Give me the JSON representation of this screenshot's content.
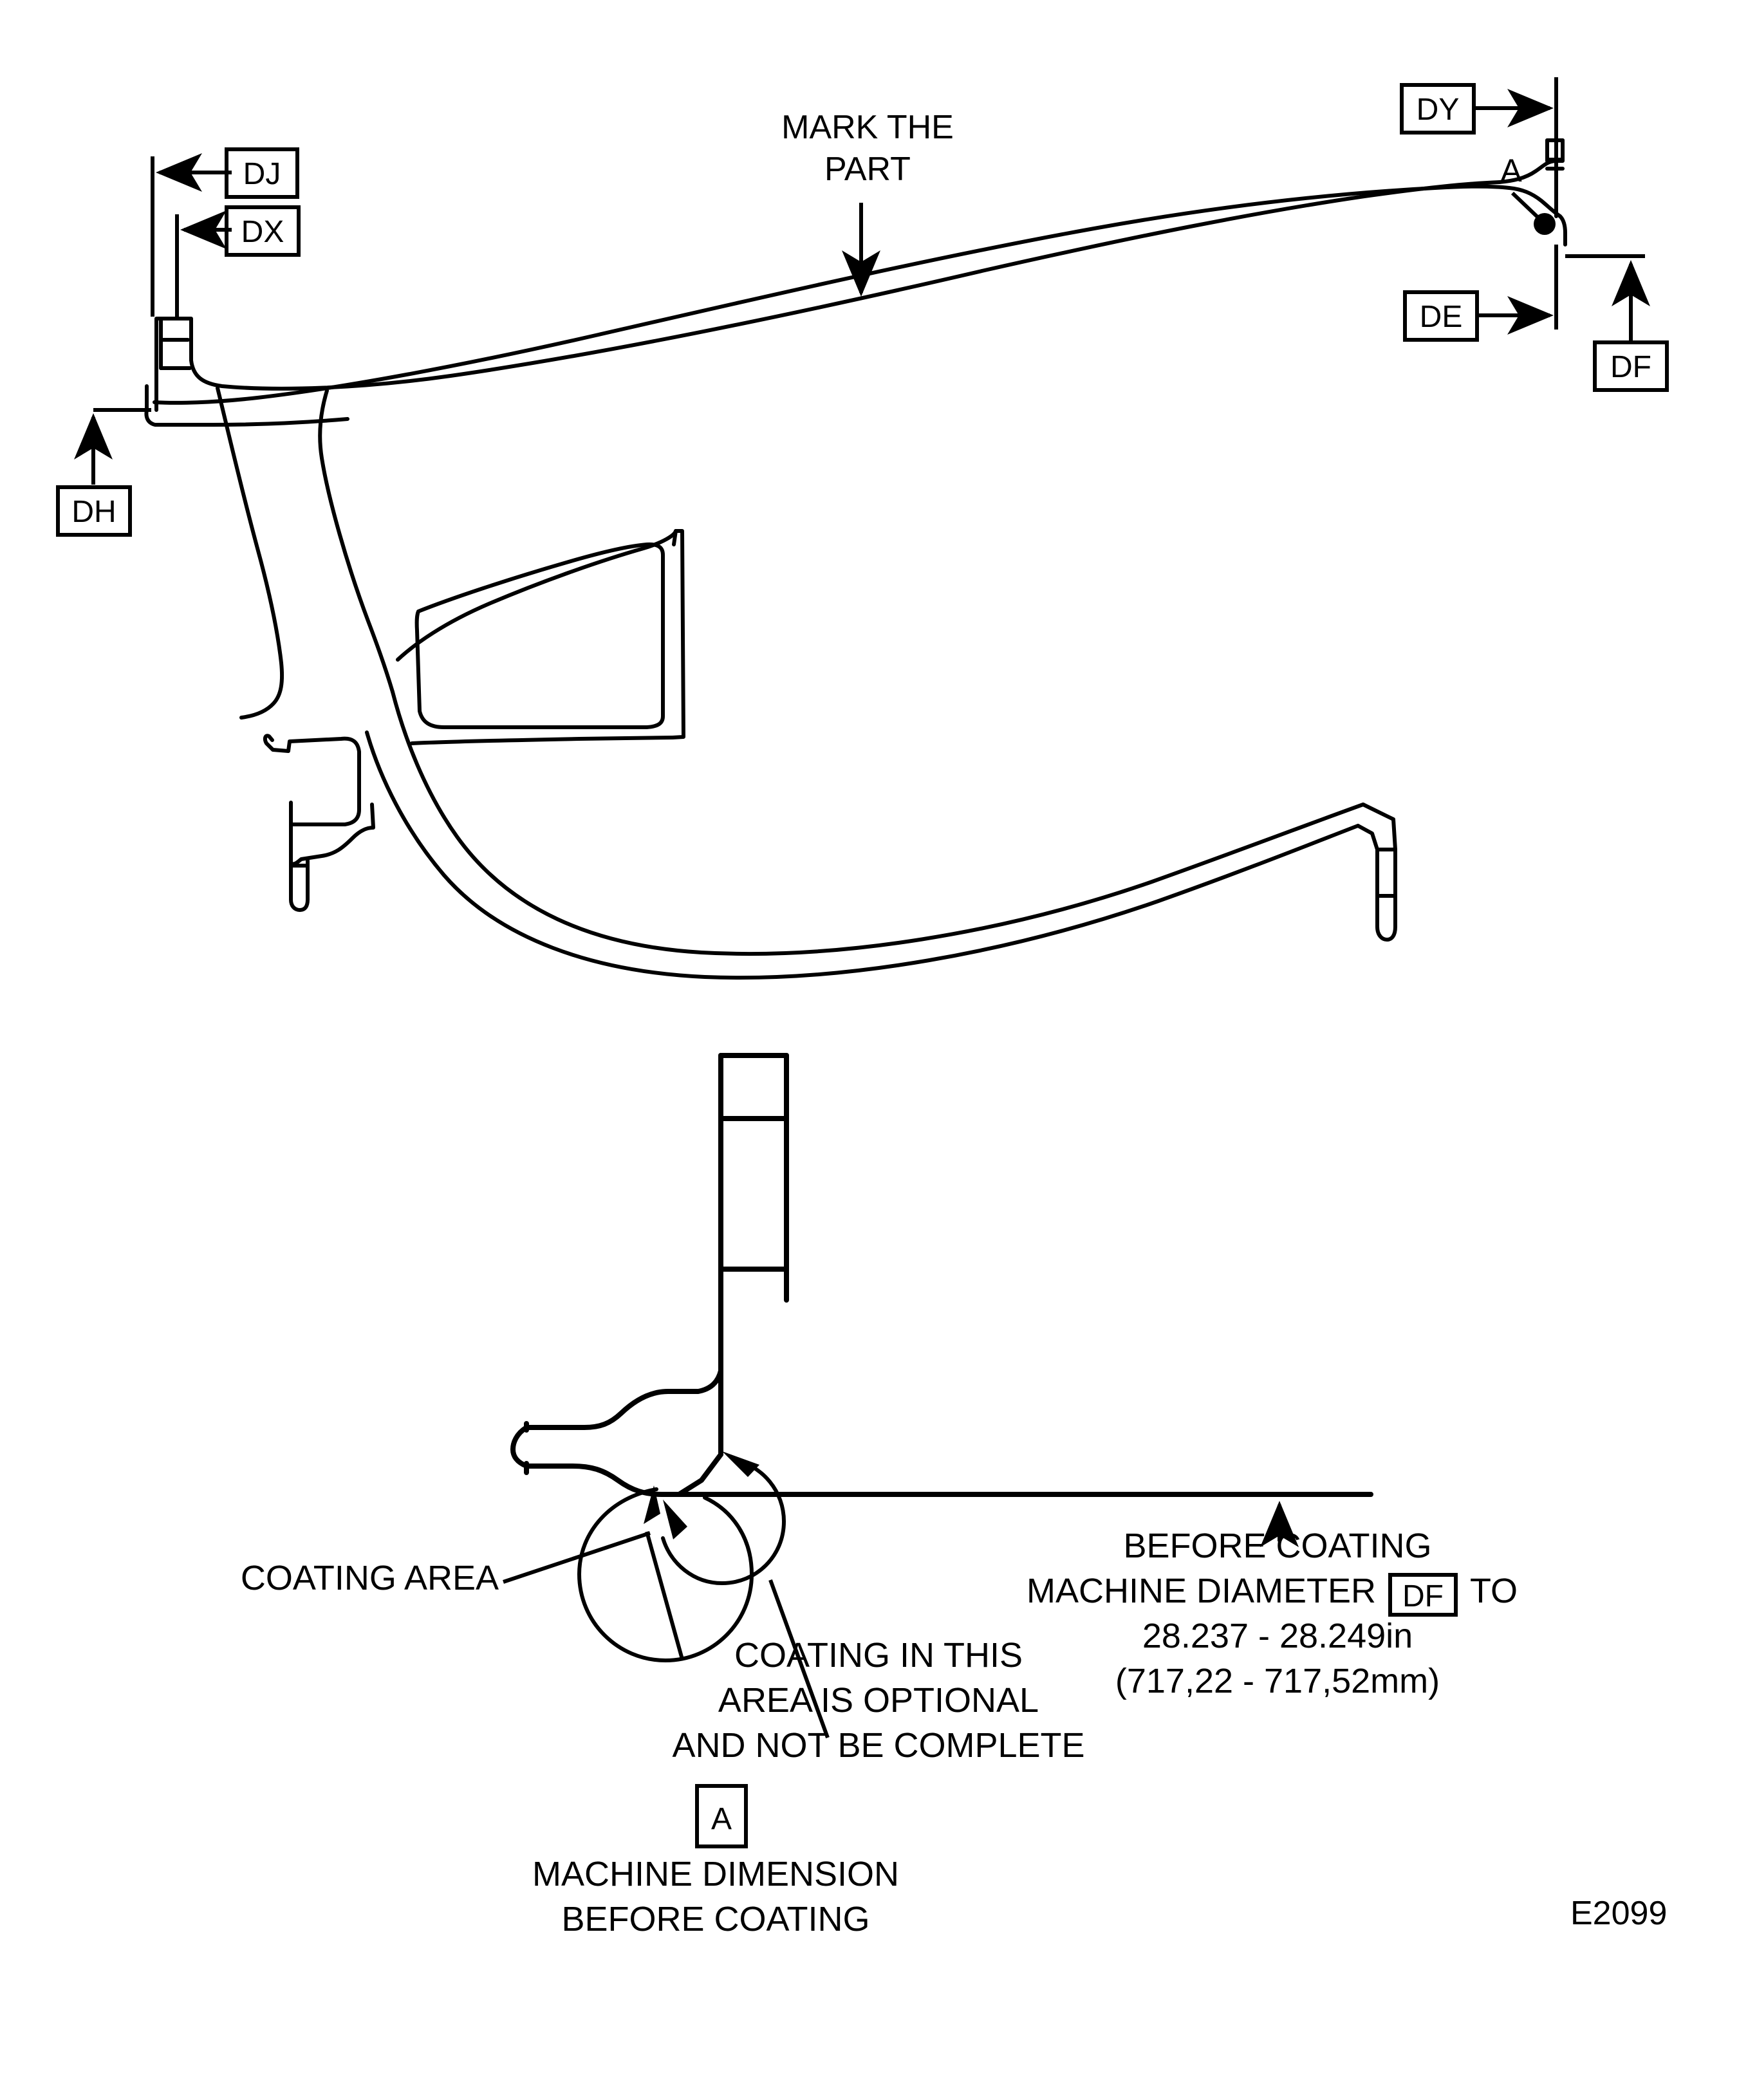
{
  "drawing": {
    "figure_id": "E2099",
    "annotations": {
      "mark_the_part_line1": "MARK THE",
      "mark_the_part_line2": "PART",
      "detail_callout_A": "A",
      "datum_flag_A": "A"
    },
    "dimension_flags": [
      {
        "id": "DJ",
        "label": "DJ"
      },
      {
        "id": "DX",
        "label": "DX"
      },
      {
        "id": "DH",
        "label": "DH"
      },
      {
        "id": "DY",
        "label": "DY"
      },
      {
        "id": "DE",
        "label": "DE"
      },
      {
        "id": "DF",
        "label": "DF"
      }
    ],
    "detail_view": {
      "coating_area_label": "COATING AREA",
      "optional_note_line1": "COATING IN THIS",
      "optional_note_line2": "AREA IS OPTIONAL",
      "optional_note_line3": "AND NOT BE COMPLETE",
      "before_coating_line1": "BEFORE COATING",
      "before_coating_line2_pre": "MACHINE DIAMETER",
      "before_coating_line2_flag": "DF",
      "before_coating_line2_post": "TO",
      "before_coating_line3": "28.237 - 28.249in",
      "before_coating_line4": "(717,22 - 717,52mm)",
      "detail_flag": "A",
      "detail_caption_line1": "MACHINE DIMENSION",
      "detail_caption_line2": "BEFORE COATING"
    },
    "colors": {
      "ink": "#000000",
      "paper": "#ffffff"
    }
  }
}
